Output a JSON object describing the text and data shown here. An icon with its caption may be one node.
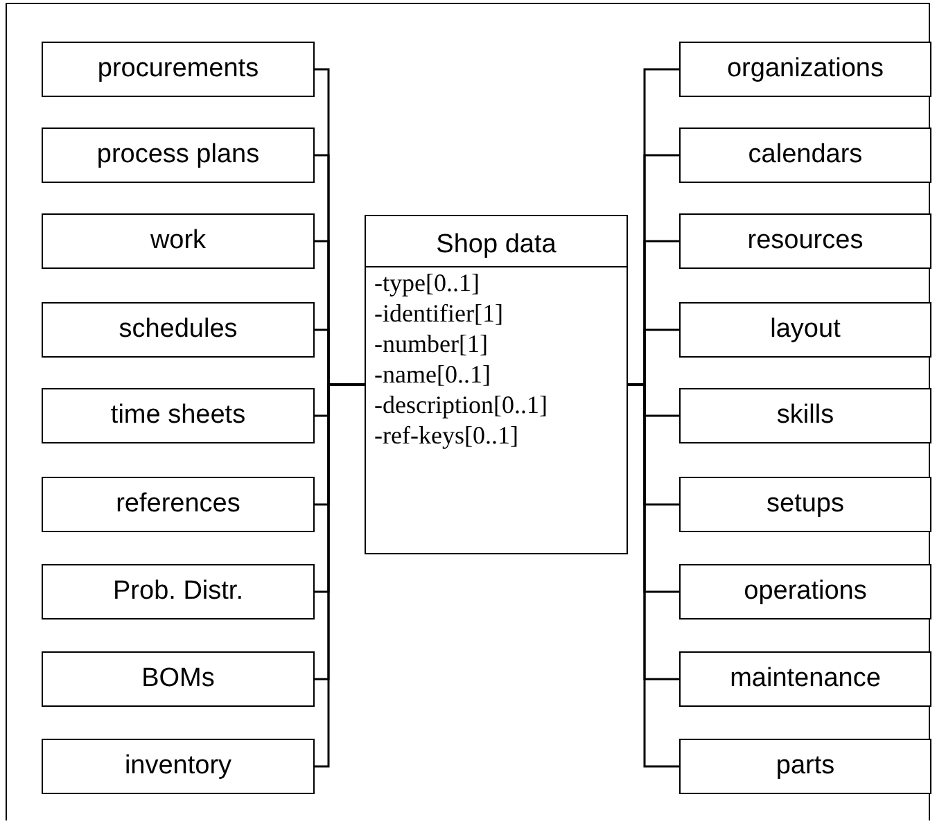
{
  "diagram": {
    "nodes": [
      {
        "text": [
          "procurements"
        ]
      },
      {
        "text": [
          "process plans"
        ]
      },
      {
        "text": [
          "work"
        ]
      },
      {
        "text": [
          "schedules"
        ]
      },
      {
        "text": [
          "time sheets"
        ]
      },
      {
        "text": [
          "references"
        ]
      },
      {
        "text": [
          "Prob. Distr."
        ]
      },
      {
        "text": [
          "BOMs"
        ]
      },
      {
        "text": [
          "inventory"
        ]
      },
      {
        "text": [
          "Shop data",
          "-type[0..1]",
          "-identifier[1]",
          "-number[1]",
          "-name[0..1]",
          "-description[0..1]",
          "-ref-keys[0..1]"
        ]
      },
      {
        "text": [
          "organizations"
        ]
      },
      {
        "text": [
          "calendars"
        ]
      },
      {
        "text": [
          "resources"
        ]
      },
      {
        "text": [
          "layout"
        ]
      },
      {
        "text": [
          "skills"
        ]
      },
      {
        "text": [
          "setups"
        ]
      },
      {
        "text": [
          "operations"
        ]
      },
      {
        "text": [
          "maintenance"
        ]
      },
      {
        "text": [
          "parts"
        ]
      }
    ],
    "edges": [
      {
        "from": 0,
        "to": 9,
        "arrow": "none"
      },
      {
        "from": 1,
        "to": 9,
        "arrow": "none"
      },
      {
        "from": 2,
        "to": 9,
        "arrow": "none"
      },
      {
        "from": 3,
        "to": 9,
        "arrow": "none"
      },
      {
        "from": 4,
        "to": 9,
        "arrow": "none"
      },
      {
        "from": 5,
        "to": 9,
        "arrow": "none"
      },
      {
        "from": 6,
        "to": 9,
        "arrow": "none"
      },
      {
        "from": 7,
        "to": 9,
        "arrow": "none"
      },
      {
        "from": 8,
        "to": 9,
        "arrow": "none"
      },
      {
        "from": 9,
        "to": 10,
        "arrow": "none"
      },
      {
        "from": 9,
        "to": 11,
        "arrow": "none"
      },
      {
        "from": 9,
        "to": 12,
        "arrow": "none"
      },
      {
        "from": 9,
        "to": 13,
        "arrow": "none"
      },
      {
        "from": 9,
        "to": 14,
        "arrow": "none"
      },
      {
        "from": 9,
        "to": 15,
        "arrow": "none"
      },
      {
        "from": 9,
        "to": 16,
        "arrow": "none"
      },
      {
        "from": 9,
        "to": 17,
        "arrow": "none"
      },
      {
        "from": 9,
        "to": 18,
        "arrow": "none"
      }
    ]
  }
}
